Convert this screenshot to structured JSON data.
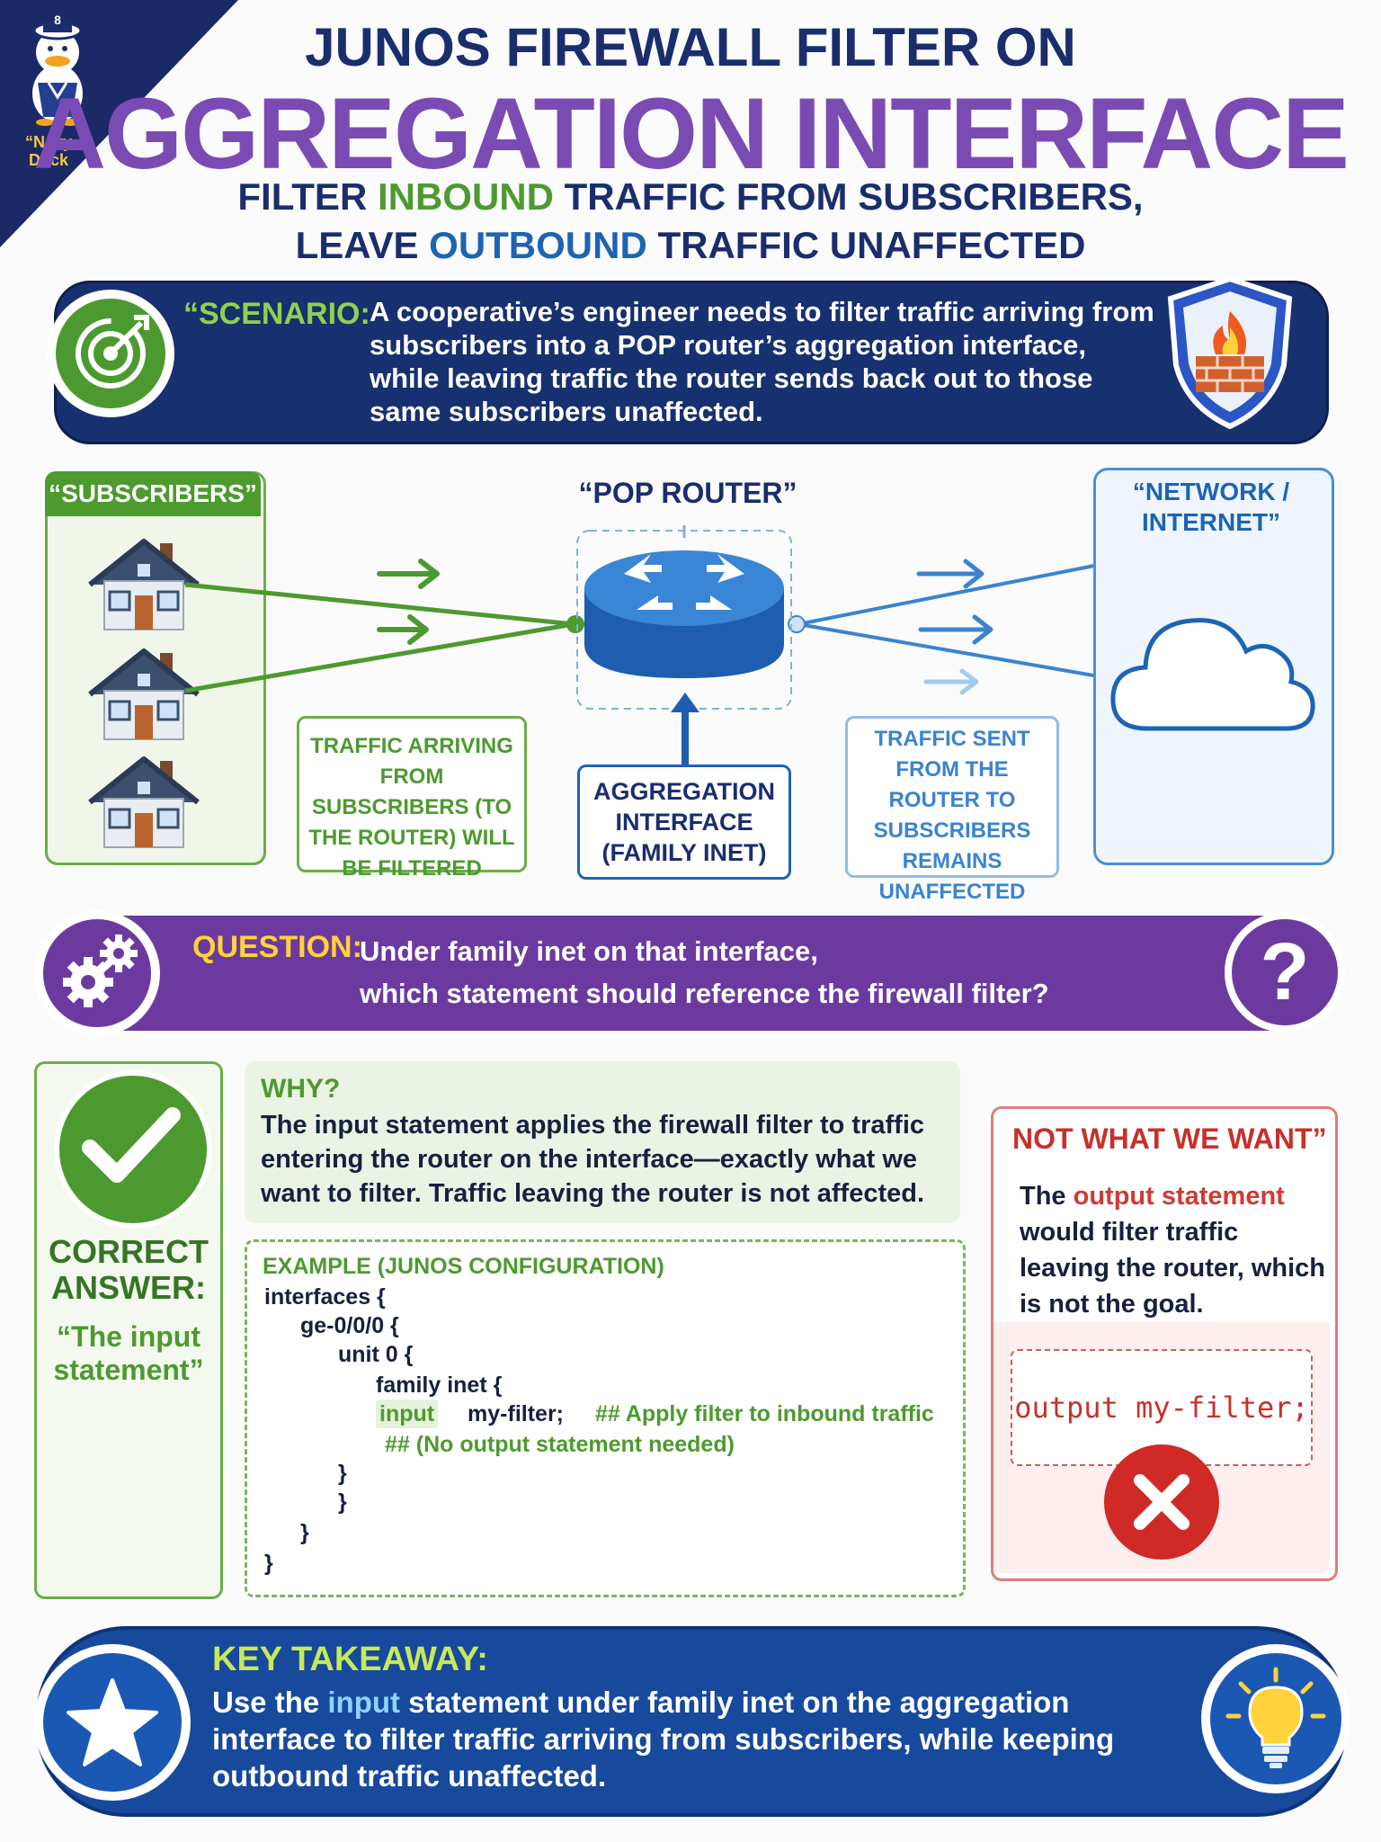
{
  "branding": {
    "mascot_label": "“Navy\nDuck",
    "mascot_cap_number": "8"
  },
  "title": {
    "line1": "JUNOS FIREWALL FILTER ON",
    "line2": "AGGREGATION INTERFACE",
    "sub1_a": "FILTER ",
    "sub1_b": "INBOUND",
    "sub1_c": " TRAFFIC FROM SUBSCRIBERS,",
    "sub2_a": "LEAVE ",
    "sub2_b": "OUTBOUND",
    "sub2_c": " TRAFFIC UNAFFECTED"
  },
  "scenario": {
    "label": "“SCENARIO:",
    "text": "A cooperative’s engineer needs to filter traffic arriving from subscribers into a POP router’s aggregation interface, while leaving traffic the router sends back out to those same subscribers unaffected."
  },
  "diagram": {
    "subscribers_title": "“SUBSCRIBERS”",
    "pop_title": "“POP ROUTER”",
    "network_title": "“NETWORK / INTERNET”",
    "inbound_label": "TRAFFIC ARRIVING FROM SUBSCRIBERS (TO THE ROUTER) WILL BE FILTERED",
    "aggregation_label": "AGGREGATION INTERFACE (FAMILY INET)",
    "outbound_label": "TRAFFIC SENT FROM THE ROUTER TO SUBSCRIBERS REMAINS UNAFFECTED"
  },
  "question": {
    "label": "QUESTION:",
    "line1": "Under family inet on that interface,",
    "line2": "which statement should reference the firewall filter?",
    "icon_glyph": "?"
  },
  "answer": {
    "title": "CORRECT ANSWER:",
    "value": "“The input statement”"
  },
  "why": {
    "heading": "WHY?",
    "text": "The input statement applies the firewall filter to traffic entering the router on the interface—exactly what we want to filter. Traffic leaving the router is not affected."
  },
  "example": {
    "heading": "EXAMPLE (JUNOS CONFIGURATION)",
    "l1": "interfaces {",
    "l2": "ge-0/0/0 {",
    "l3": "unit 0 {",
    "l4": "family inet {",
    "l5_kw": "input",
    "l5_val": "my-filter;",
    "l5_cmt": "## Apply filter to inbound traffic",
    "l6": "## (No output statement needed)",
    "c1": "}",
    "c2": "}",
    "c3": "}",
    "c4": "}"
  },
  "not_wanted": {
    "heading": "NOT WHAT WE WANT”",
    "t_a": "The ",
    "t_b": "output statement",
    "t_c": " would filter traffic leaving the router, which is not the goal.",
    "code": "output my-filter;"
  },
  "takeaway": {
    "heading": "KEY TAKEAWAY:",
    "t_a": "Use the ",
    "t_b": "input",
    "t_c": " statement under family inet on the aggregation interface to filter traffic arriving from subscribers, while keeping outbound traffic unaffected."
  },
  "colors": {
    "navy": "#1a2e6e",
    "purple": "#7b4bb4",
    "green": "#4d9a2f",
    "blue": "#1d64b3",
    "red": "#d03a36",
    "yellow": "#ffd23a"
  },
  "icons": [
    "duck-mascot-icon",
    "target-icon",
    "firewall-shield-icon",
    "house-icon",
    "router-icon",
    "cloud-icon",
    "gears-icon",
    "question-icon",
    "checkmark-icon",
    "x-icon",
    "star-icon",
    "lightbulb-icon"
  ]
}
